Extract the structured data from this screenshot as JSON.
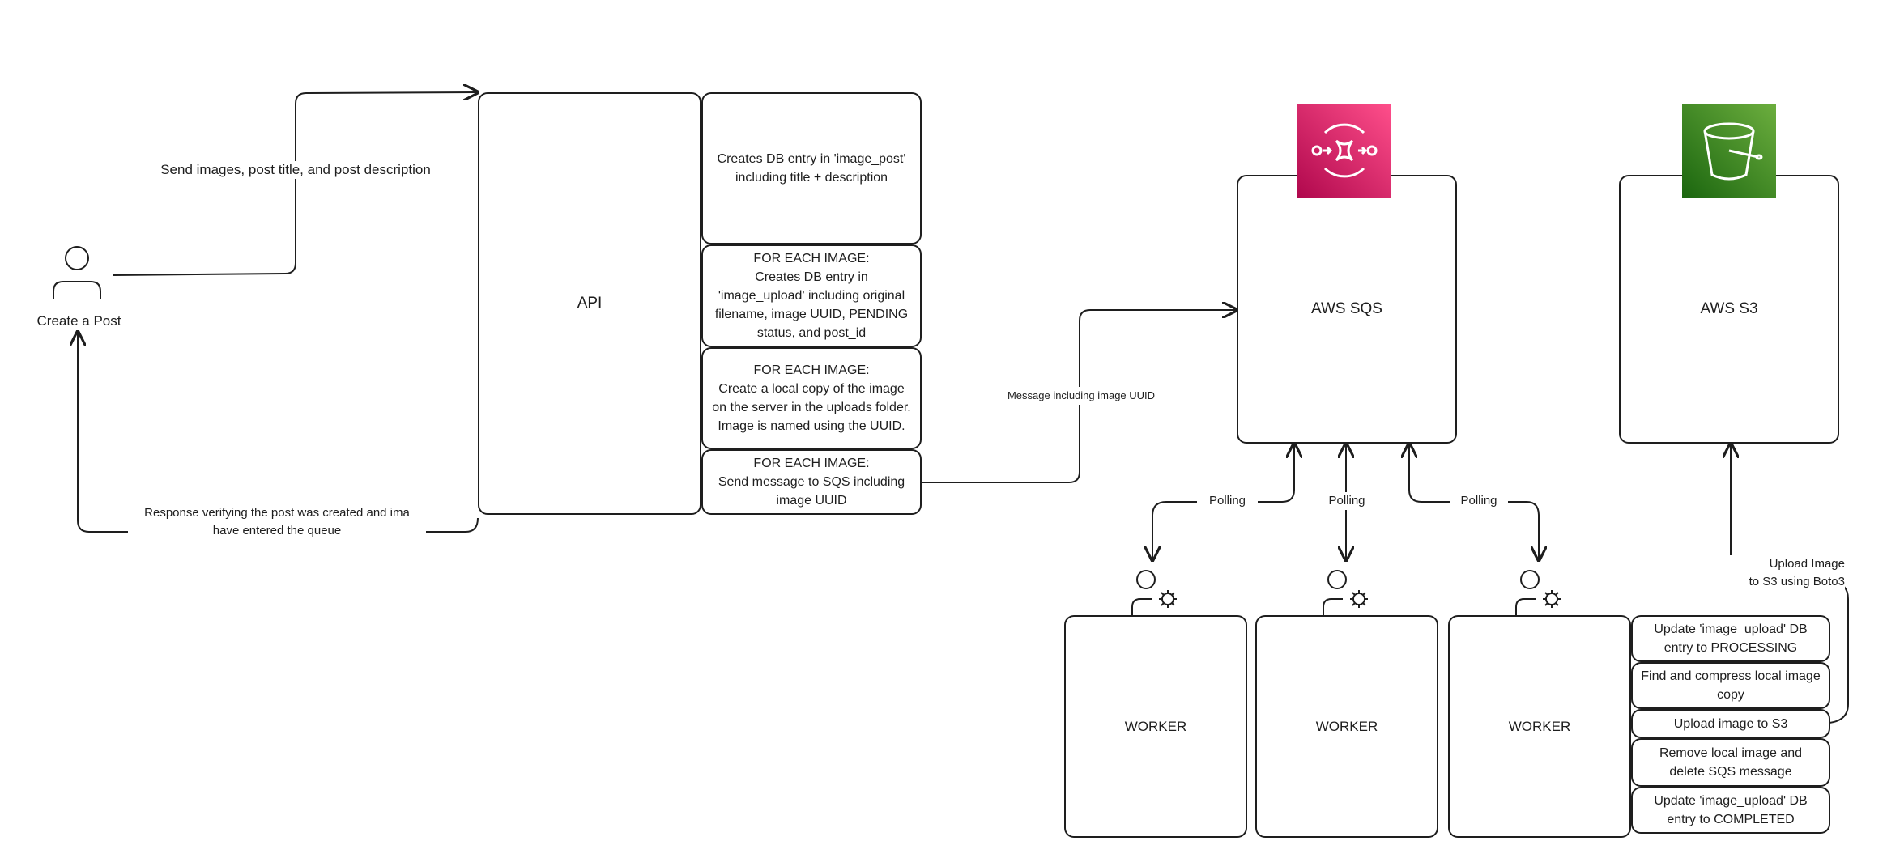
{
  "actor": {
    "label": "Create a Post"
  },
  "edges": {
    "send": "Send images, post title, and post description",
    "response": "Response verifying the post was created and ima\nhave entered the queue",
    "message": "Message including image UUID",
    "polling": [
      "Polling",
      "Polling",
      "Polling"
    ],
    "upload": "Upload Image\nto S3 using Boto3"
  },
  "api": {
    "label": "API",
    "steps": [
      "Creates DB entry in 'image_post'\nincluding title + description",
      "FOR EACH IMAGE:\nCreates DB entry in\n'image_upload' including original\nfilename, image UUID, PENDING\nstatus, and post_id",
      "FOR EACH IMAGE:\nCreate a local copy of the image\non the server in the uploads folder.\nImage is named using the UUID.",
      "FOR EACH IMAGE:\nSend message to SQS including\nimage UUID"
    ]
  },
  "sqs": {
    "label": "AWS SQS",
    "icon": "aws-sqs-icon",
    "color": "#c9306e"
  },
  "s3": {
    "label": "AWS S3",
    "icon": "aws-s3-icon",
    "color": "#3f8624"
  },
  "workers": [
    {
      "label": "WORKER"
    },
    {
      "label": "WORKER"
    },
    {
      "label": "WORKER"
    }
  ],
  "worker_steps": [
    "Update 'image_upload' DB\nentry to PROCESSING",
    "Find and compress local image\ncopy",
    "Upload image to S3",
    "Remove local image and\ndelete SQS message",
    "Update 'image_upload' DB\nentry to COMPLETED"
  ]
}
